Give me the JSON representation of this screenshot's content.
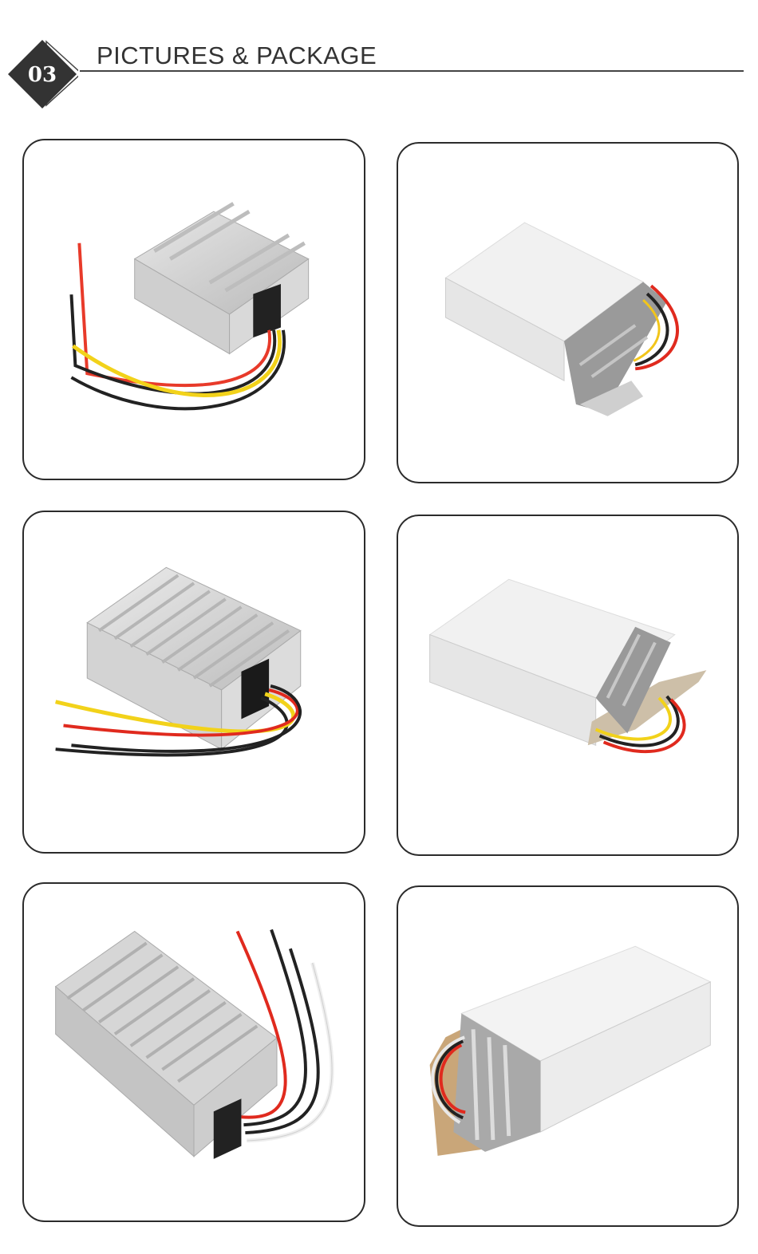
{
  "header": {
    "section_number": "03",
    "title": "PICTURES & PACKAGE",
    "accent_color": "#333333"
  },
  "gallery": {
    "items": [
      {
        "id": 1,
        "subject": "converter-module-small",
        "wires": [
          "red",
          "black",
          "yellow",
          "black"
        ]
      },
      {
        "id": 2,
        "subject": "converter-in-box",
        "wires": [
          "red",
          "black",
          "black",
          "yellow"
        ]
      },
      {
        "id": 3,
        "subject": "converter-module-medium",
        "wires": [
          "red",
          "black",
          "yellow",
          "black"
        ]
      },
      {
        "id": 4,
        "subject": "converter-in-box",
        "wires": [
          "red",
          "black",
          "black",
          "yellow"
        ]
      },
      {
        "id": 5,
        "subject": "converter-module-large",
        "wires": [
          "red",
          "black",
          "black",
          "white"
        ]
      },
      {
        "id": 6,
        "subject": "converter-in-box-open",
        "wires": [
          "red",
          "black",
          "black",
          "white"
        ]
      }
    ]
  }
}
